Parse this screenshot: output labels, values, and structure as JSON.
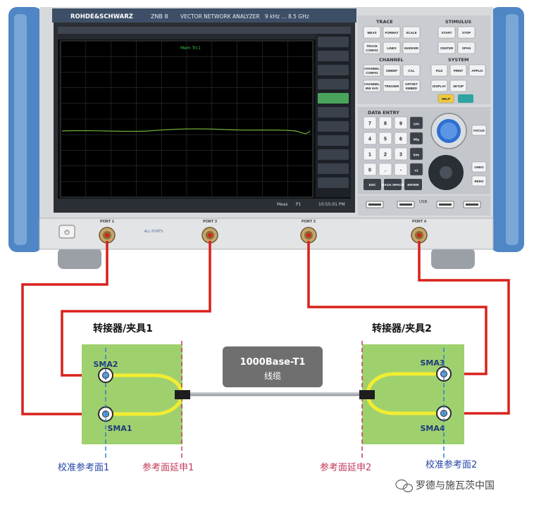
{
  "instrument": {
    "brand": "ROHDE&SCHWARZ",
    "model": "ZNB 8",
    "type": "VECTOR NETWORK ANALYZER",
    "range": "9 kHz ... 8.5 GHz",
    "trace_label": "Mem Trc1",
    "panel_sections": [
      "TRACE",
      "STIMULUS",
      "CHANNEL",
      "SYSTEM",
      "DATA ENTRY"
    ],
    "trace_keys": [
      "MEAS",
      "FORMAT",
      "SCALE",
      "TRACE CONFIG",
      "LINES",
      "MARKER"
    ],
    "stimulus_keys": [
      "START",
      "STOP",
      "CENTER",
      "SPAN"
    ],
    "channel_keys": [
      "CHANNEL CONFIG",
      "SWEEP",
      "CAL",
      "CHANNEL BW AVG",
      "TRIGGER",
      "OFFSET EMBED"
    ],
    "system_keys": [
      "FILE",
      "PRINT",
      "APPLIC",
      "DISPLAY",
      "SETUP"
    ],
    "help_key": "HELP",
    "numpad_keys": [
      "7",
      "8",
      "9",
      "G/n",
      "4",
      "5",
      "6",
      "M/μ",
      "1",
      "2",
      "3",
      "k/m",
      "0",
      ".",
      "-",
      "x1"
    ],
    "bottom_keys": [
      "ESC",
      "BACK SPACE",
      "ENTER"
    ],
    "side_keys": [
      "FOCUS",
      "UNDO",
      "REDO"
    ],
    "screen_bottom": [
      "Meas",
      "P1",
      "10:55:01 PM"
    ],
    "usb_label": "USB",
    "ports": [
      "PORT 1",
      "PORT 3",
      "PORT 2",
      "PORT 4"
    ],
    "power_note": "ALL PORTS"
  },
  "diagram": {
    "fixture1_title": "转接器/夹具1",
    "fixture2_title": "转接器/夹具2",
    "sma2": "SMA2",
    "sma1": "SMA1",
    "sma3": "SMA3",
    "sma4": "SMA4",
    "cable_line1": "1000Base-T1",
    "cable_line2": "线缆",
    "cal_plane1": "校准参考面1",
    "ext_plane1": "参考面延申1",
    "ext_plane2": "参考面延申2",
    "cal_plane2": "校准参考面2",
    "watermark": "罗德与施瓦茨中国"
  },
  "colors": {
    "red_cable": "#d8201c",
    "fixture_green": "#9fd06e",
    "trace_yellow": "#f2ec32",
    "cal_blue": "#2446a8",
    "ext_red": "#c13a5a",
    "cable_box": "#6f6f6f",
    "frame_blue": "#4f86c6"
  }
}
